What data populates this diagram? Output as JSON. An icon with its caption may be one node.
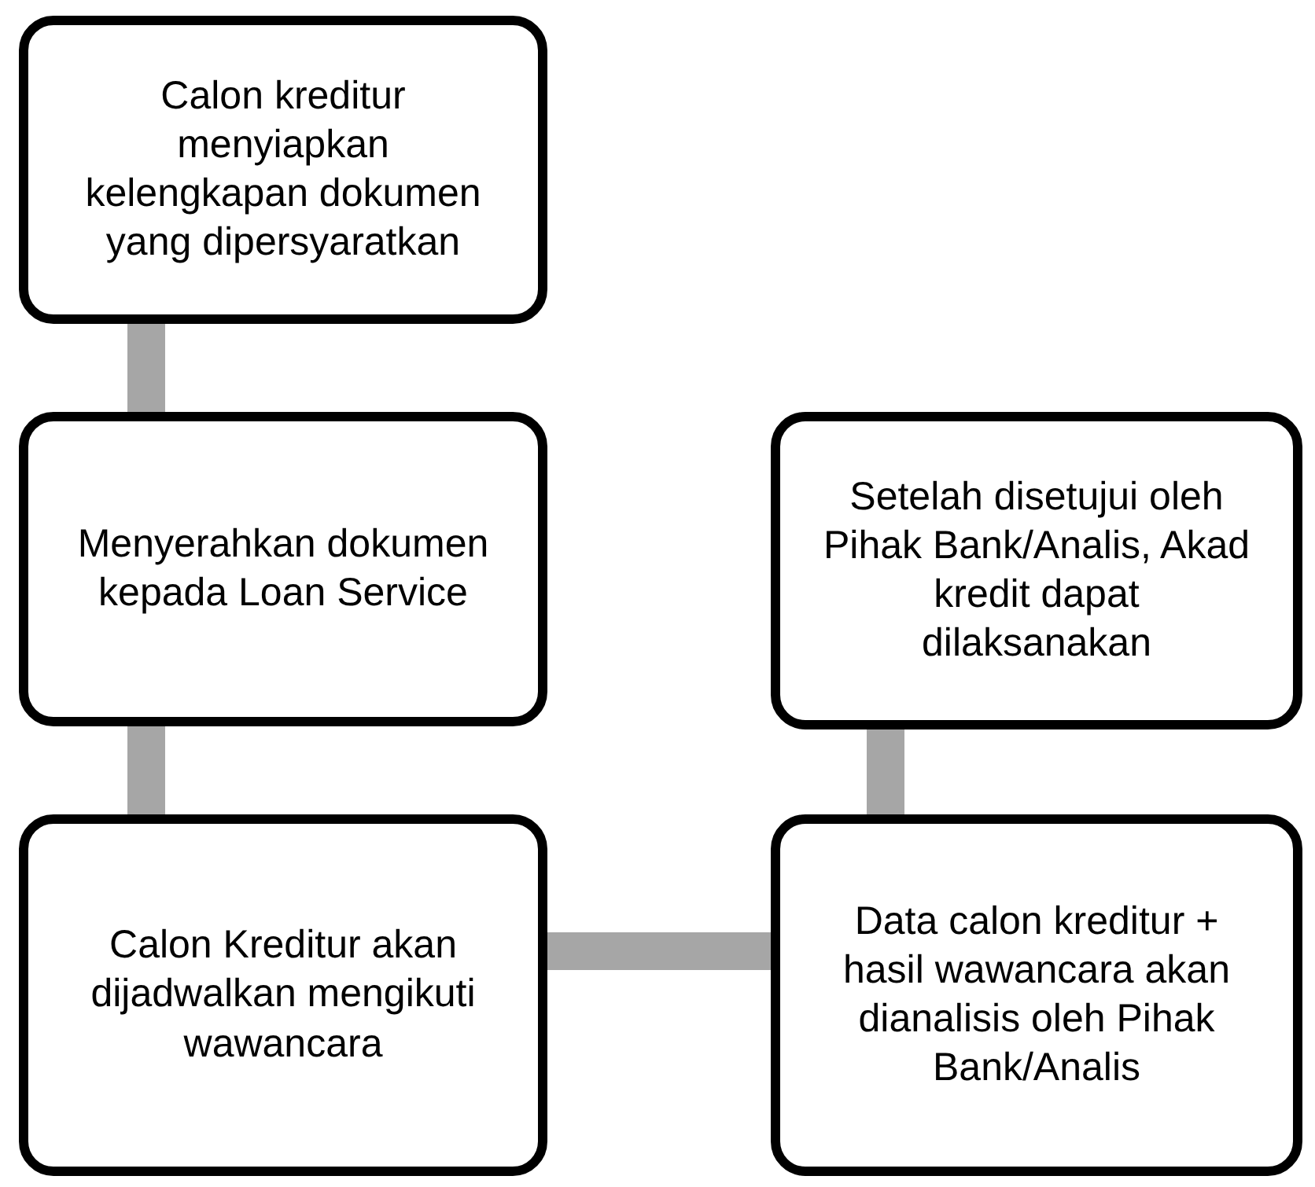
{
  "diagram": {
    "nodes": [
      {
        "text": [
          "Calon kreditur menyiapkan kelengkapan dokumen yang dipersyaratkan"
        ]
      },
      {
        "text": [
          "Menyerahkan dokumen kepada Loan Service"
        ]
      },
      {
        "text": [
          "Setelah disetujui oleh Pihak Bank/Analis, Akad kredit dapat dilaksanakan"
        ]
      },
      {
        "text": [
          "Calon Kreditur akan dijadwalkan mengikuti wawancara"
        ]
      },
      {
        "text": [
          "Data calon kreditur + hasil wawancara akan dianalisis oleh Pihak Bank/Analis"
        ]
      }
    ],
    "edges": [
      {
        "from": 0,
        "to": 1,
        "arrow": "none"
      },
      {
        "from": 1,
        "to": 3,
        "arrow": "none"
      },
      {
        "from": 3,
        "to": 4,
        "arrow": "none"
      },
      {
        "from": 4,
        "to": 2,
        "arrow": "none"
      }
    ]
  }
}
